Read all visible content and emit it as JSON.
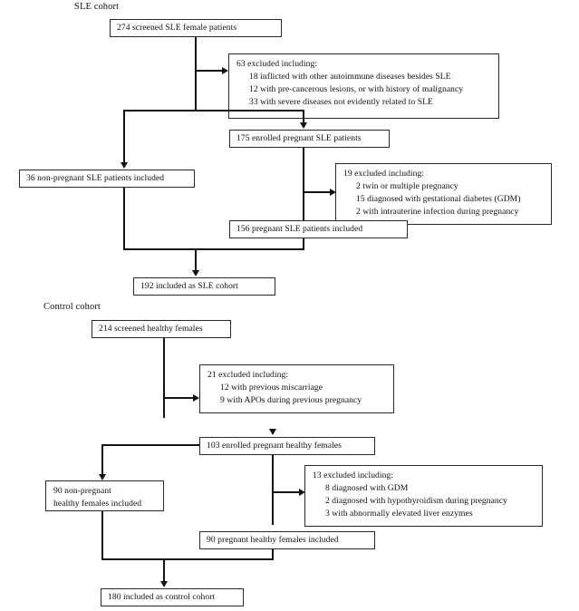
{
  "figure": {
    "type": "flowchart",
    "description": "Participant enrollment flow diagram for SLE cohort and control cohort"
  },
  "sle": {
    "section_label": "SLE cohort",
    "screened": "274 screened SLE female patients",
    "excluded1": {
      "header": "63 excluded including:",
      "items": [
        "18 inflicted with other autoimmune diseases besides SLE",
        "12 with pre-cancerous lesions, or with history of malignancy",
        "33 with severe diseases not evidently related to SLE"
      ]
    },
    "enrolled": "175 enrolled pregnant SLE patients",
    "nonpregnant": "36 non-pregnant SLE patients included",
    "excluded2": {
      "header": "19 excluded including:",
      "items": [
        "2 twin or multiple pregnancy",
        "15 diagnosed with gestational diabetes (GDM)",
        "2 with intrauterine infection during pregnancy"
      ]
    },
    "pregnant": "156 pregnant SLE patients included",
    "final": "192 included as SLE cohort"
  },
  "control": {
    "section_label": "Control cohort",
    "screened": "214 screened healthy females",
    "excluded1": {
      "header": "21 excluded including:",
      "items": [
        "12 with previous miscarriage",
        "9  with APOs during previous pregnancy"
      ]
    },
    "enrolled": "103 enrolled pregnant healthy females",
    "nonpregnant_line1": "90 non-pregnant",
    "nonpregnant_line2": "healthy females included",
    "excluded2": {
      "header": "13 excluded including:",
      "items": [
        "8 diagnosed with GDM",
        "2 diagnosed with hypothyroidism during pregnancy",
        "3 with abnormally elevated liver enzymes"
      ]
    },
    "pregnant": "90 pregnant healthy females included",
    "final": "180 included as control cohort"
  },
  "style": {
    "line_color": "#111111",
    "box_border": "#2a2a2a",
    "background": "#ffffff"
  }
}
